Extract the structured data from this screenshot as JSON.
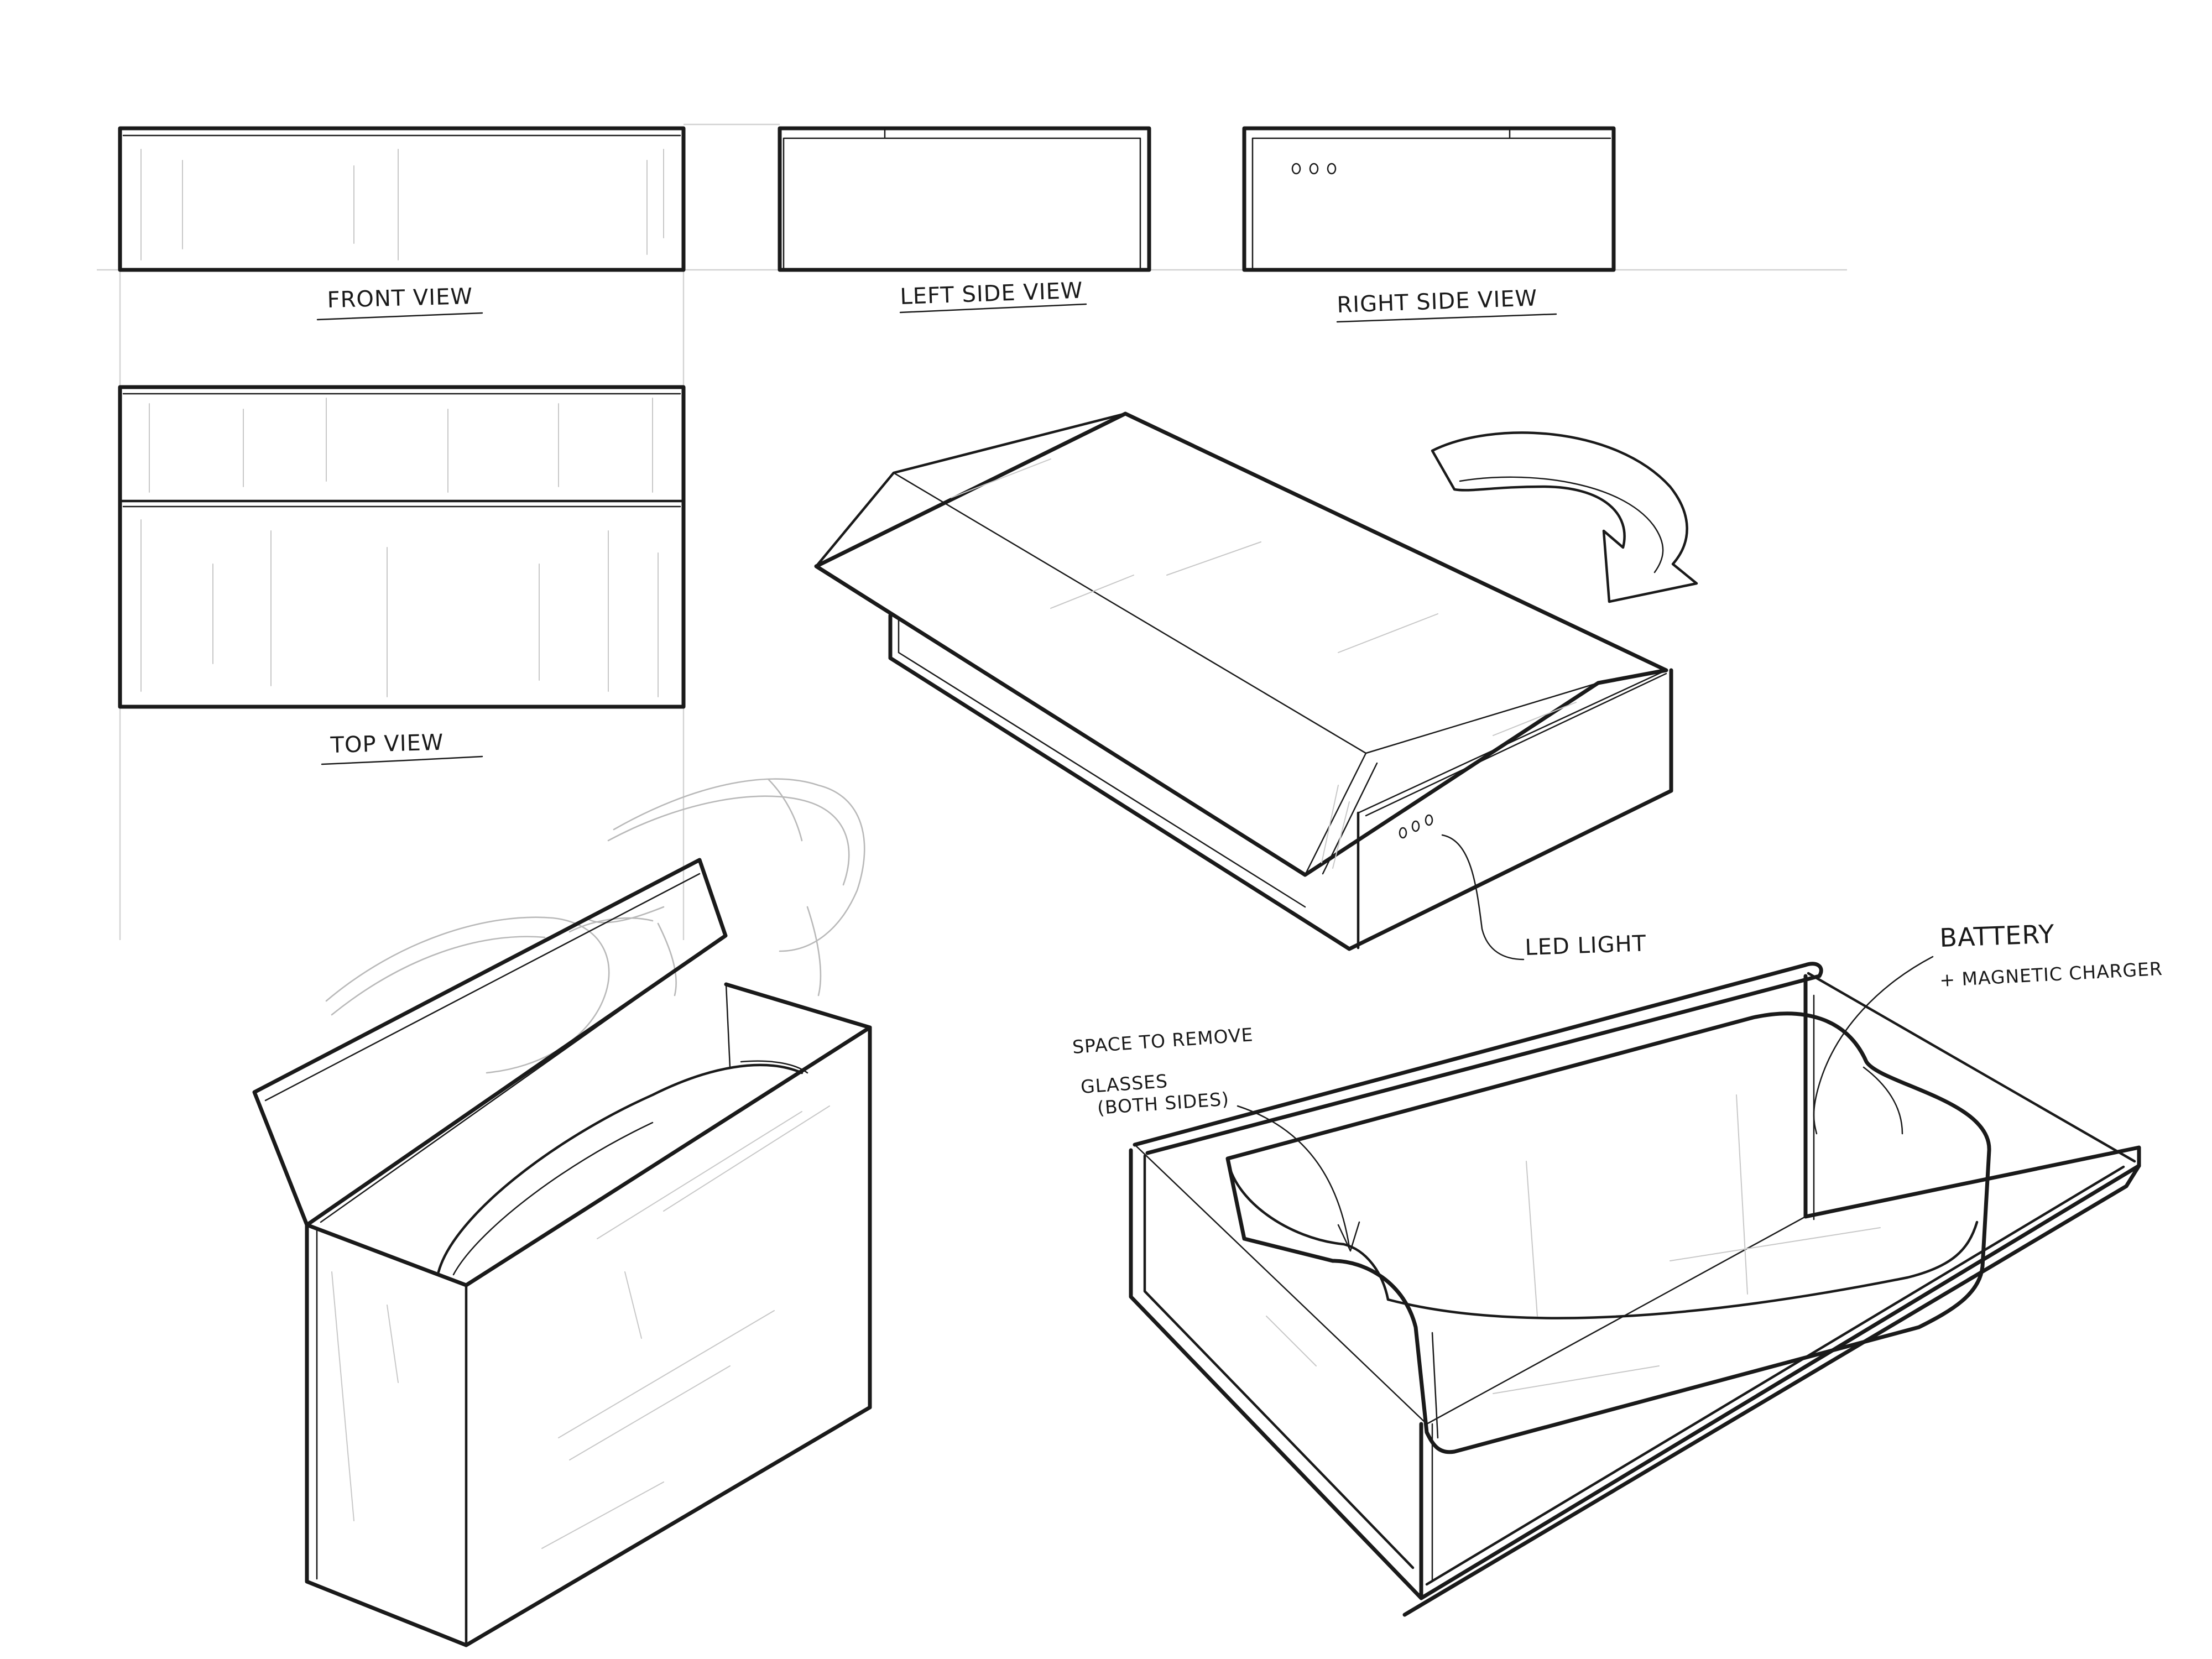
{
  "views": {
    "front": "FRONT VIEW",
    "left_side": "LEFT SIDE VIEW",
    "right_side": "RIGHT SIDE VIEW",
    "top": "TOP VIEW"
  },
  "annotations": {
    "led_light": "LED LIGHT",
    "battery_line1": "BATTERY",
    "battery_line2": "+ MAGNETIC CHARGER",
    "space_line1": "SPACE TO REMOVE",
    "space_line2": "GLASSES",
    "space_line3": "(BOTH SIDES)"
  },
  "colors": {
    "ink": "#1a1a1a",
    "construction": "#b9b9b9",
    "paper": "#ffffff"
  }
}
